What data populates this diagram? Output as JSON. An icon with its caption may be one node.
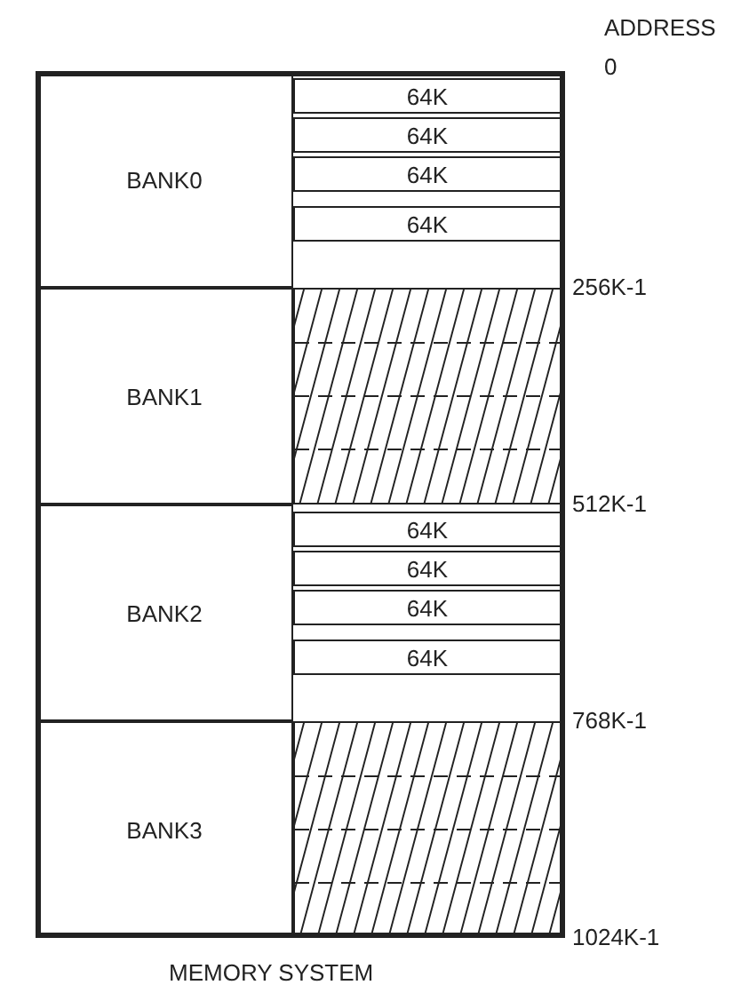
{
  "diagram": {
    "caption": "MEMORY SYSTEM",
    "nodes": [
      {
        "text": [
          "BANK0"
        ]
      },
      {
        "text": [
          "64K"
        ]
      },
      {
        "text": [
          "64K"
        ]
      },
      {
        "text": [
          "64K"
        ]
      },
      {
        "text": [
          "64K"
        ]
      },
      {
        "text": [
          "BANK1"
        ]
      },
      {
        "text": [],
        "shape": "box"
      },
      {
        "text": [
          "BANK2"
        ]
      },
      {
        "text": [
          "64K"
        ]
      },
      {
        "text": [
          "64K"
        ]
      },
      {
        "text": [
          "64K"
        ]
      },
      {
        "text": [
          "64K"
        ]
      },
      {
        "text": [
          "BANK3"
        ]
      },
      {
        "text": [],
        "shape": "box"
      }
    ],
    "edges": [],
    "labels": [
      "ADDRESS",
      "0",
      "256K-1",
      "512K-1",
      "768K-1",
      "1024K-1"
    ]
  }
}
